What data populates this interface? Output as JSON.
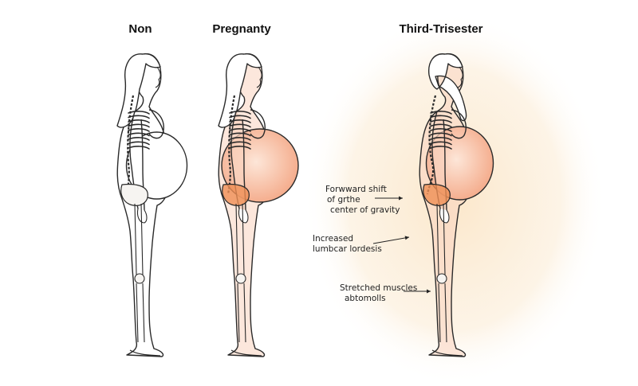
{
  "panels": [
    {
      "id": "non",
      "title": "Non",
      "variant": "non"
    },
    {
      "id": "pregnancy",
      "title": "Pregnanty",
      "variant": "mid"
    },
    {
      "id": "third",
      "title": "Third-Trisester",
      "variant": "third"
    }
  ],
  "annotations": [
    {
      "id": "center-of-gravity",
      "lines": [
        "Forwward shift",
        "of grthe",
        "center of gravity"
      ]
    },
    {
      "id": "lordosis",
      "lines": [
        "Increased",
        "lumbcar lordesis"
      ]
    },
    {
      "id": "abdominals",
      "lines": [
        "Stretched muscles",
        "abtomolls"
      ]
    }
  ],
  "colors": {
    "outline": "#2a2a2a",
    "bone": "#f6f4f1",
    "highlight": "#f2a987",
    "highlight_soft": "#f9d3bf",
    "pelvis_hot": "#ef8e55",
    "background_glow": "#fbe9cf"
  }
}
